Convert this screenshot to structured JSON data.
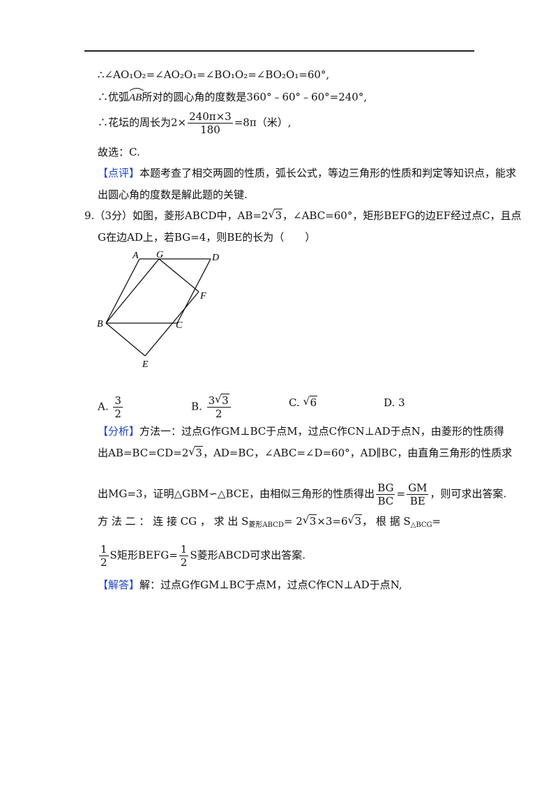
{
  "lines": {
    "l1": "∴∠AO₁O₂=∠AO₂O₁=∠BO₁O₂=∠BO₂O₁=60°,",
    "l2_pre": "∴优弧",
    "l2_arc": "AB",
    "l2_post": "所对的圆心角的度数是360°﹣60°﹣60°=240°,",
    "l3_pre": "∴花坛的周长为2×",
    "l3_num": "240π×3",
    "l3_den": "180",
    "l3_post": "=8π（米）,",
    "l4": "故选：C.",
    "l5_tag": "【点评】",
    "l5": "本题考查了相交两圆的性质，弧长公式，等边三角形的性质和判定等知识点，能求",
    "l6": "出圆心角的度数是解此题的关键."
  },
  "q9": {
    "num": "9.",
    "l1_a": "（3分）如图，菱形ABCD中，AB=2",
    "l1_rad": "3",
    "l1_b": "，∠ABC=60°，矩形BEFG的边EF经过点C，且点",
    "l2": "G在边AD上，若BG=4，则BE的长为（　　）"
  },
  "figure": {
    "labels": {
      "A": "A",
      "G": "G",
      "D": "D",
      "F": "F",
      "B": "B",
      "C": "C",
      "E": "E"
    }
  },
  "options": {
    "a_label": "A.",
    "a_num": "3",
    "a_den": "2",
    "b_label": "B.",
    "b_num_pre": "3",
    "b_num_rad": "3",
    "b_den": "2",
    "c_label": "C.",
    "c_rad": "6",
    "d_label": "D.",
    "d_val": "3"
  },
  "analysis": {
    "tag": "【分析】",
    "l1": "方法一：过点G作GM⊥BC于点M，过点C作CN⊥AD于点N，由菱形的性质得",
    "l2_a": "出AB=BC=CD=2",
    "l2_rad": "3",
    "l2_b": "，AD=BC，∠ABC=∠D=60°，AD∥BC，由直角三角形的性质求",
    "l3_a": "出MG=3，证明△GBM∽△BCE，由相似三角形的性质得出",
    "l3_f1n": "BG",
    "l3_f1d": "BC",
    "l3_eq": "=",
    "l3_f2n": "GM",
    "l3_f2d": "BE",
    "l3_b": "，则可求出答案.",
    "l4_a": "方 法 二 ： 连 接 CG ， 求 出 S",
    "l4_sub": "菱形ABCD",
    "l4_b": "= 2",
    "l4_rad1": "3",
    "l4_c": "×3=6",
    "l4_rad2": "3",
    "l4_d": "， 根 据 S",
    "l4_sub2": "△BCG",
    "l4_e": "=",
    "l5_n1": "1",
    "l5_d1": "2",
    "l5_s1": "S矩形BEFG",
    "l5_eq": "=",
    "l5_n2": "1",
    "l5_d2": "2",
    "l5_s2": "S菱形ABCD",
    "l5_post": "可求出答案."
  },
  "answer": {
    "tag": "【解答】",
    "l1": "解：过点G作GM⊥BC于点M，过点C作CN⊥AD于点N,"
  }
}
